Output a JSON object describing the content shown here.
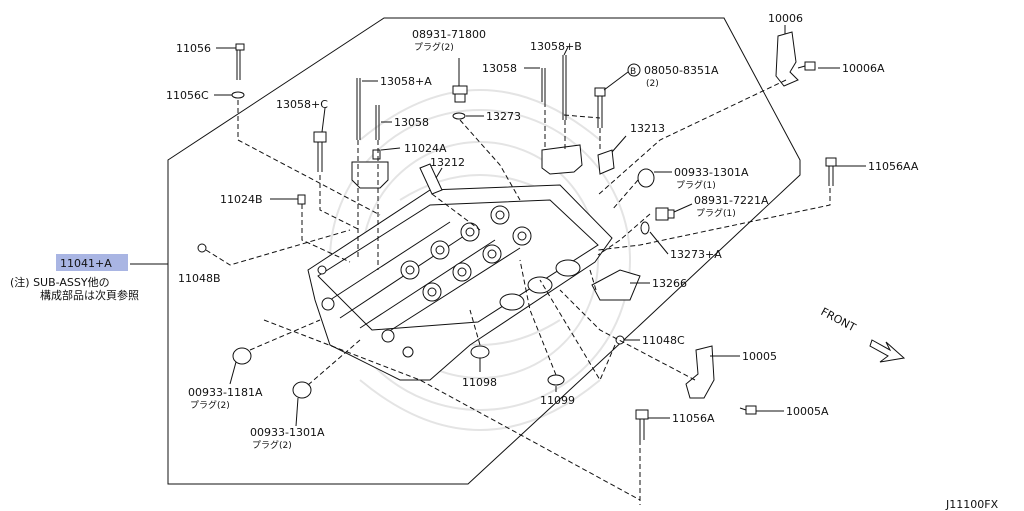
{
  "diagram_code": "J11100FX",
  "highlight_color": "#a9b5e3",
  "front_label": "FRONT",
  "note": {
    "line1": "(注) SUB-ASSY他の",
    "line2": "構成部品は次頁参照"
  },
  "parts": {
    "p10006": "10006",
    "p10006A": "10006A",
    "p11056": "11056",
    "p11056C": "11056C",
    "p08931_71800": "08931-71800",
    "p08931_71800_sub": "プラグ(2)",
    "p13058B": "13058+B",
    "p13058": "13058",
    "p08050": "08050-8351A",
    "p08050_sub": "(2)",
    "p08050_circle": "B",
    "p13058A": "13058+A",
    "p13058C": "13058+C",
    "p13058_2": "13058",
    "p13273": "13273",
    "p13213": "13213",
    "p11024A": "11024A",
    "p13212": "13212",
    "p00933_1301A_top": "00933-1301A",
    "p00933_1301A_top_sub": "プラグ(1)",
    "p11056AA": "11056AA",
    "p08931_7221A": "08931-7221A",
    "p08931_7221A_sub": "プラグ(1)",
    "p11024B": "11024B",
    "p13273A": "13273+A",
    "p11041A": "11041+A",
    "p11048B": "11048B",
    "p13266": "13266",
    "p11048C": "11048C",
    "p10005": "10005",
    "p00933_1181A": "00933-1181A",
    "p00933_1181A_sub": "プラグ(2)",
    "p11098": "11098",
    "p11099": "11099",
    "p11056A": "11056A",
    "p10005A": "10005A",
    "p00933_1301A_bot": "00933-1301A",
    "p00933_1301A_bot_sub": "プラグ(2)"
  }
}
